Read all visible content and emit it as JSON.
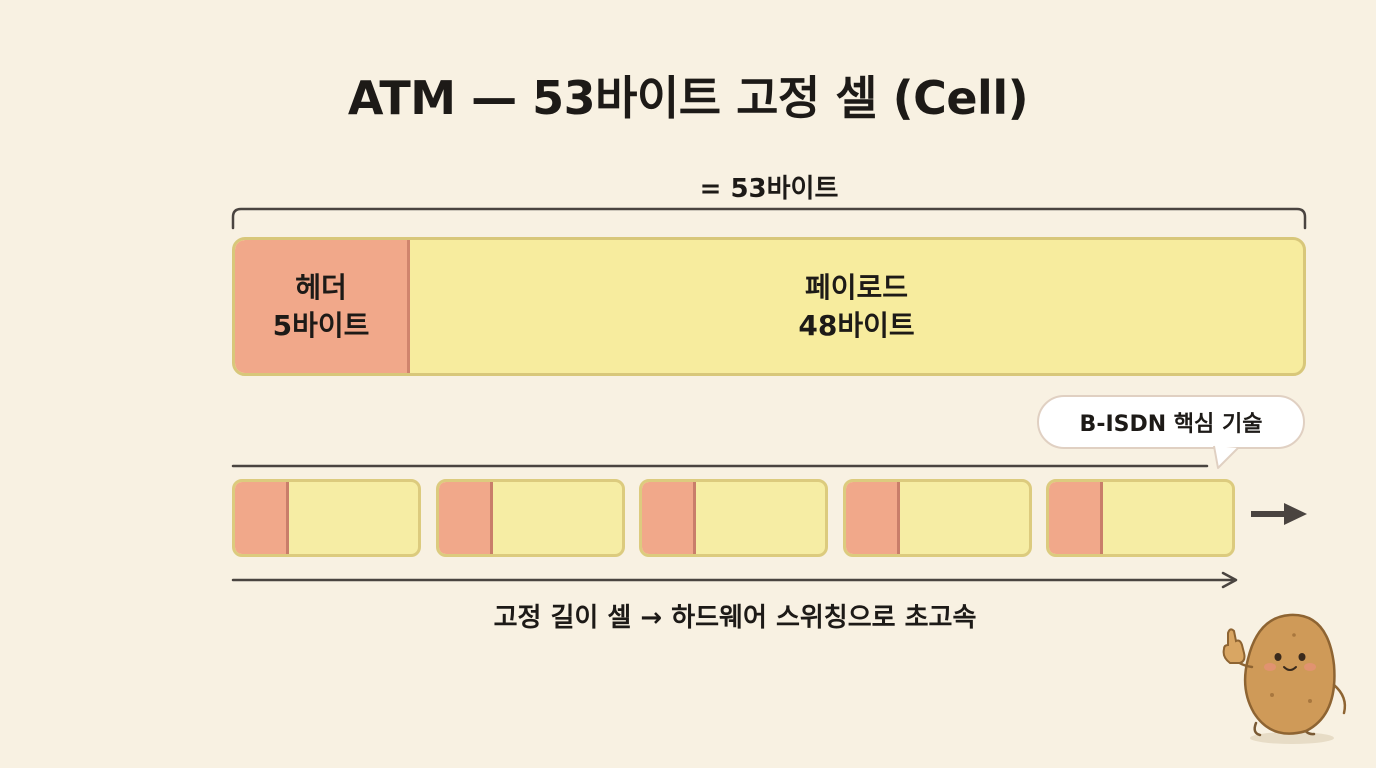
{
  "title": "ATM — 53바이트 고정 셀 (Cell)",
  "cell": {
    "total_label": "= 53바이트",
    "header": {
      "name": "헤더",
      "size": "5바이트"
    },
    "payload": {
      "name": "페이로드",
      "size": "48바이트"
    }
  },
  "callout": "B-ISDN 핵심 기술",
  "stream": {
    "cell_count": 5
  },
  "caption": "고정 길이 셀 → 하드웨어 스위칭으로 초고속",
  "colors": {
    "background": "#f8f1e2",
    "header_fill": "#f1a88a",
    "payload_fill": "#f7ec9e",
    "stroke": "#4a4440"
  },
  "mascot": "potato-thumbs-up"
}
